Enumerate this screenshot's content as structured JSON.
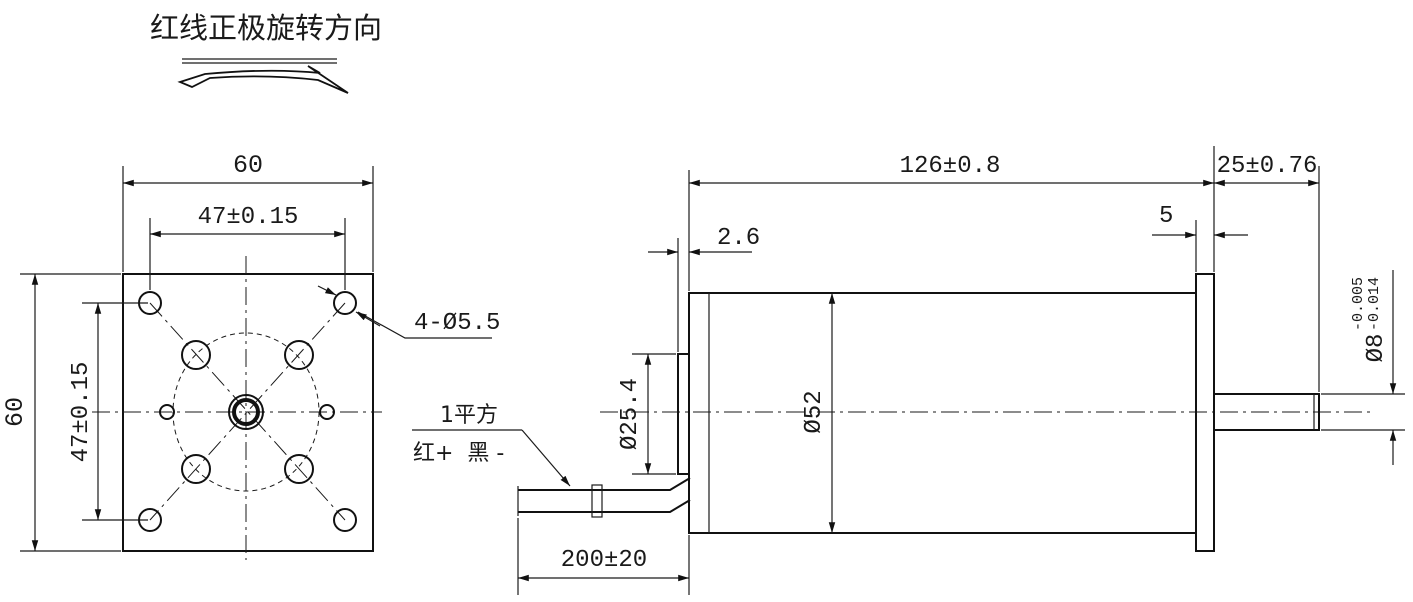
{
  "rotation": {
    "title": "红线正极旋转方向"
  },
  "front_view": {
    "width": "60",
    "height": "60",
    "hole_spacing_h": "47±0.15",
    "hole_spacing_v": "47±0.15",
    "hole_callout": "4-Ø5.5"
  },
  "side_view": {
    "body_length": "126±0.8",
    "shaft_length": "25±0.76",
    "flange_thickness": "5",
    "pilot_depth": "2.6",
    "pilot_diameter": "Ø25.4",
    "body_diameter": "Ø52",
    "shaft_diameter": "Ø8",
    "shaft_tol_upper": "-0.005",
    "shaft_tol_lower": "-0.014",
    "lead_length": "200±20"
  },
  "wires": {
    "gauge": "1平方",
    "polarity": "红+  黑 -"
  }
}
